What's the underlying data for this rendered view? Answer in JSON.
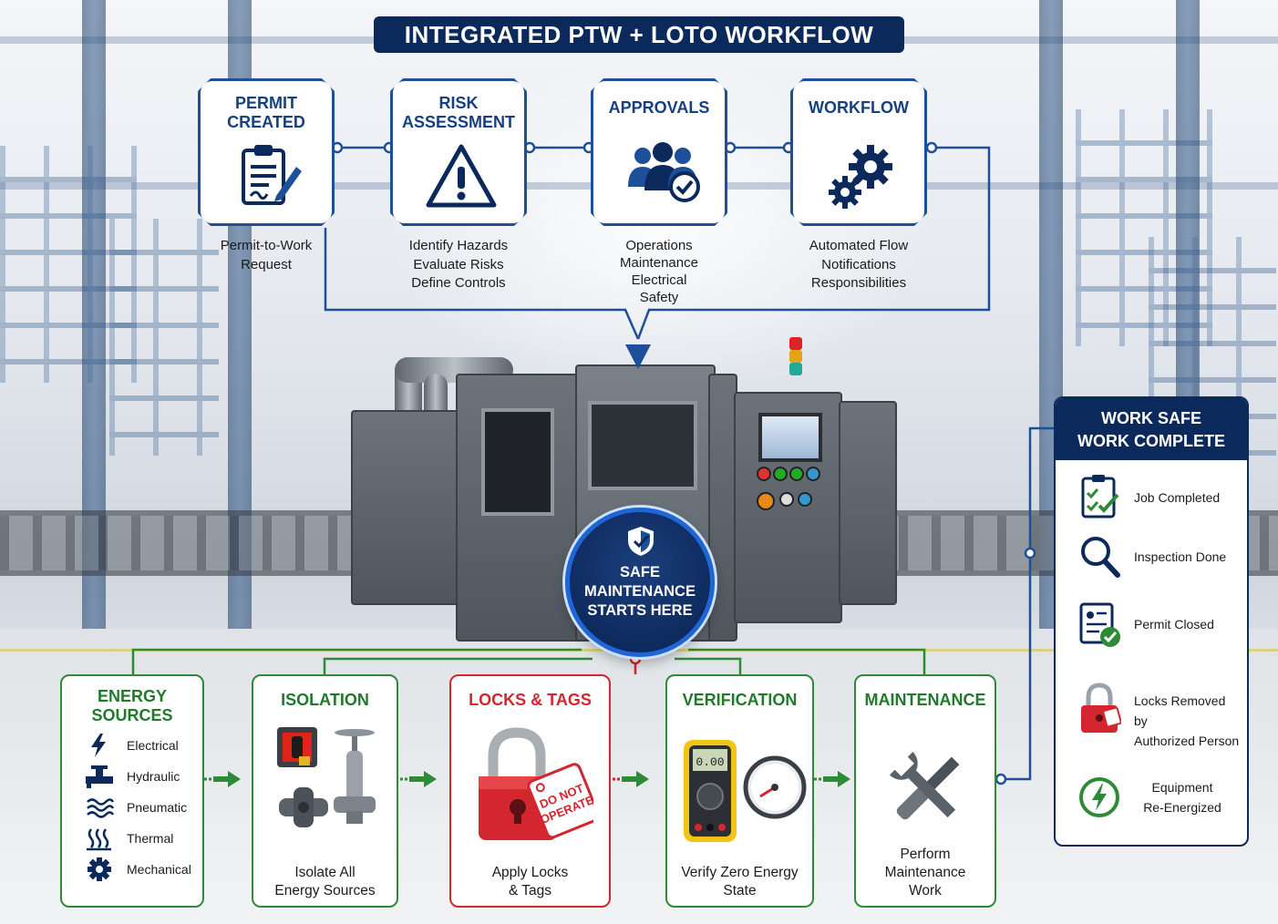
{
  "title": "INTEGRATED PTW + LOTO WORKFLOW",
  "top_steps": [
    {
      "title_lines": [
        "PERMIT",
        "CREATED"
      ],
      "icon": "clipboard-pen-icon",
      "desc_lines": [
        "Permit-to-Work",
        "Request"
      ]
    },
    {
      "title_lines": [
        "RISK",
        "ASSESSMENT"
      ],
      "icon": "warning-triangle-icon",
      "desc_lines": [
        "Identify Hazards",
        "Evaluate Risks",
        "Define Controls"
      ]
    },
    {
      "title_lines": [
        "APPROVALS"
      ],
      "icon": "approved-group-icon",
      "desc_lines": [
        "Operations",
        "Maintenance",
        "Electrical",
        "Safety"
      ]
    },
    {
      "title_lines": [
        "WORKFLOW"
      ],
      "icon": "gears-icon",
      "desc_lines": [
        "Automated Flow",
        "Notifications",
        "Responsibilities"
      ]
    }
  ],
  "center_badge": {
    "lines": [
      "SAFE",
      "MAINTENANCE",
      "STARTS HERE"
    ],
    "icon": "shield-check-icon"
  },
  "bottom_steps": [
    {
      "title_lines": [
        "ENERGY",
        "SOURCES"
      ],
      "items": [
        {
          "label": "Electrical",
          "icon": "bolt-icon"
        },
        {
          "label": "Hydraulic",
          "icon": "valve-icon"
        },
        {
          "label": "Pneumatic",
          "icon": "air-waves-icon"
        },
        {
          "label": "Thermal",
          "icon": "heat-icon"
        },
        {
          "label": "Mechanical",
          "icon": "gear-icon"
        }
      ]
    },
    {
      "title_lines": [
        "ISOLATION"
      ],
      "icon": "isolation-valves-icon",
      "desc_lines": [
        "Isolate All",
        "Energy Sources"
      ]
    },
    {
      "title_lines": [
        "LOCKS & TAGS"
      ],
      "icon": "padlock-tag-icon",
      "tag_text": [
        "DO NOT",
        "OPERATE"
      ],
      "desc_lines": [
        "Apply Locks",
        "& Tags"
      ]
    },
    {
      "title_lines": [
        "VERIFICATION"
      ],
      "icon": "multimeter-gauge-icon",
      "meter_reading": "0.00",
      "desc_lines": [
        "Verify Zero Energy",
        "State"
      ]
    },
    {
      "title_lines": [
        "MAINTENANCE"
      ],
      "icon": "wrench-screwdriver-icon",
      "desc_lines": [
        "Perform",
        "Maintenance",
        "Work"
      ]
    }
  ],
  "completion_panel": {
    "title_lines": [
      "WORK SAFE",
      "WORK COMPLETE"
    ],
    "items": [
      {
        "label_lines": [
          "Job Completed"
        ],
        "icon": "checklist-icon"
      },
      {
        "label_lines": [
          "Inspection Done"
        ],
        "icon": "magnifier-icon"
      },
      {
        "label_lines": [
          "Permit Closed"
        ],
        "icon": "permit-check-icon"
      },
      {
        "label_lines": [
          "Locks Removed by",
          "Authorized Person"
        ],
        "icon": "red-padlock-icon"
      },
      {
        "label_lines": [
          "Equipment",
          "Re-Energized"
        ],
        "icon": "energy-circle-icon"
      }
    ]
  },
  "colors": {
    "navy": "#0b2a5b",
    "blue": "#1d4f9a",
    "green": "#2e8a37",
    "red": "#d3262e"
  }
}
